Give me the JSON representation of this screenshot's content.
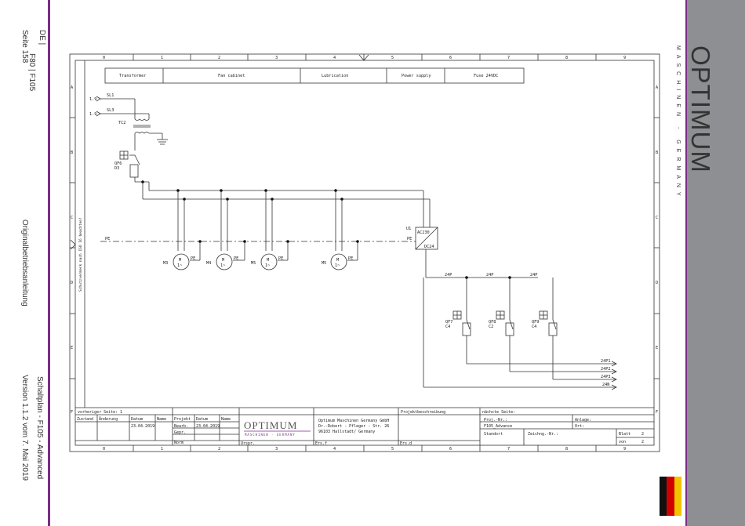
{
  "side_left": {
    "top_line1": "DE |",
    "top_line2": "F80 | F105",
    "page": "Seite 158",
    "middle": "Originalbetriebsanleitung",
    "bottom_line1": "Schaltplan - F105 - Advanced",
    "bottom_line2": "Version 1.1.2   vom 7. Mai 2019"
  },
  "brand": {
    "logo": "OPTIMUM",
    "tagline": "MASCHINEN - GERMANY"
  },
  "flag_colors": [
    "#111111",
    "#d00000",
    "#f2c200"
  ],
  "schematic": {
    "columns": [
      "0",
      "1",
      "2",
      "3",
      "4",
      "5",
      "6",
      "7",
      "8",
      "9"
    ],
    "rows": [
      "A",
      "B",
      "C",
      "D",
      "E",
      "F"
    ],
    "header_boxes": [
      "Transformer",
      "Fan cabinet",
      "Lubrication",
      "Power supply",
      "Fuse 24VDC"
    ],
    "inputs": [
      "1.9",
      "1.9"
    ],
    "supply_labels": [
      "SL1",
      "SL3"
    ],
    "transformer": "TC2",
    "fuse_main": {
      "tag": "QF6",
      "rating": "D3"
    },
    "pe": "PE",
    "side_note": "Schutzvermerk nach ISO 16 beachten!",
    "motors": [
      {
        "tag": "M3",
        "m": "M",
        "phase": "1~",
        "pe": "PE"
      },
      {
        "tag": "M4",
        "m": "M",
        "phase": "1~",
        "pe": "PE"
      },
      {
        "tag": "M5",
        "m": "M",
        "phase": "1~",
        "pe": "PE"
      },
      {
        "tag": "M5",
        "m": "M",
        "phase": "1~",
        "pe": "PE"
      }
    ],
    "power_supply": {
      "tag": "U1",
      "in": "AC230",
      "out": "DC24",
      "pe": "PE"
    },
    "dc_fuses": [
      {
        "tag": "QF7",
        "rating": "C4"
      },
      {
        "tag": "QF8",
        "rating": "C2"
      },
      {
        "tag": "QF9",
        "rating": "C4"
      }
    ],
    "bus_label": "24P",
    "outputs": [
      "24P1",
      "24P2",
      "24P3",
      "24N"
    ]
  },
  "title_block": {
    "prev_page_label": "vorheriger Seite:",
    "prev_page_value": "1",
    "zustand": "Zustand",
    "aenderung": "Änderung",
    "datum": "Datum",
    "name": "Name",
    "projekt": "Projekt",
    "datum2": "Datum",
    "name2": "Name",
    "date1": "23.04.2019",
    "bearb": "Bearb.",
    "date2": "23.04.2019",
    "gepr": "Gepr.",
    "norm": "Norm",
    "urspr": "Urspr.",
    "ers_f": "Ers.f",
    "ers_d": "Ers.d",
    "company_line1": "Optimum Maschinen Germany GmbH",
    "company_line2": "Dr.-Robert - Pfleger - Str. 26",
    "company_line3": "96103 Hallstadt/ Germany",
    "project_desc": "Projektbeschreibung",
    "next_page": "nächste Seite:",
    "proj_nr": "Proj.-Nr.:",
    "proj_value": "F105_Advance",
    "anlage": "Anlage:",
    "ort": "Ort:",
    "standort": "Standort",
    "zeichn": "Zeichng.-Nr.:",
    "blatt": "Blatt",
    "blatt_value": "2",
    "von": "von",
    "von_value": "2"
  }
}
